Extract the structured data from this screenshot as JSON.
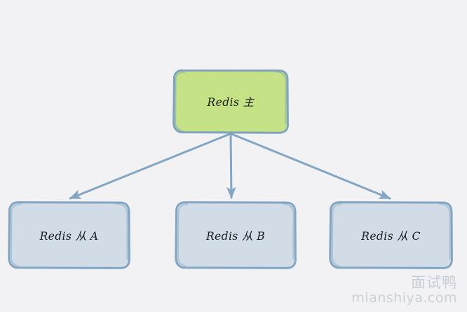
{
  "diagram": {
    "type": "node-edge-diagram",
    "background_color": "#f2f2f5",
    "stroke_color": "#7ba0bf",
    "master": {
      "label": "Redis 主",
      "fill_color": "#c5e286",
      "shape": "rounded-rectangle"
    },
    "replicas": [
      {
        "label": "Redis 从 A",
        "fill_color": "#d1dce7",
        "shape": "rounded-rectangle"
      },
      {
        "label": "Redis 从 B",
        "fill_color": "#d1dce7",
        "shape": "rounded-rectangle"
      },
      {
        "label": "Redis 从 C",
        "fill_color": "#d1dce7",
        "shape": "rounded-rectangle"
      }
    ],
    "edges": [
      {
        "from": "Redis 主",
        "to": "Redis 从 A",
        "arrowhead": "filled-triangle"
      },
      {
        "from": "Redis 主",
        "to": "Redis 从 B",
        "arrowhead": "filled-triangle"
      },
      {
        "from": "Redis 主",
        "to": "Redis 从 C",
        "arrowhead": "filled-triangle"
      }
    ]
  },
  "watermark": {
    "brand": "面试鸭",
    "url": "mianshiya.com",
    "color": "#c8cdd6"
  }
}
